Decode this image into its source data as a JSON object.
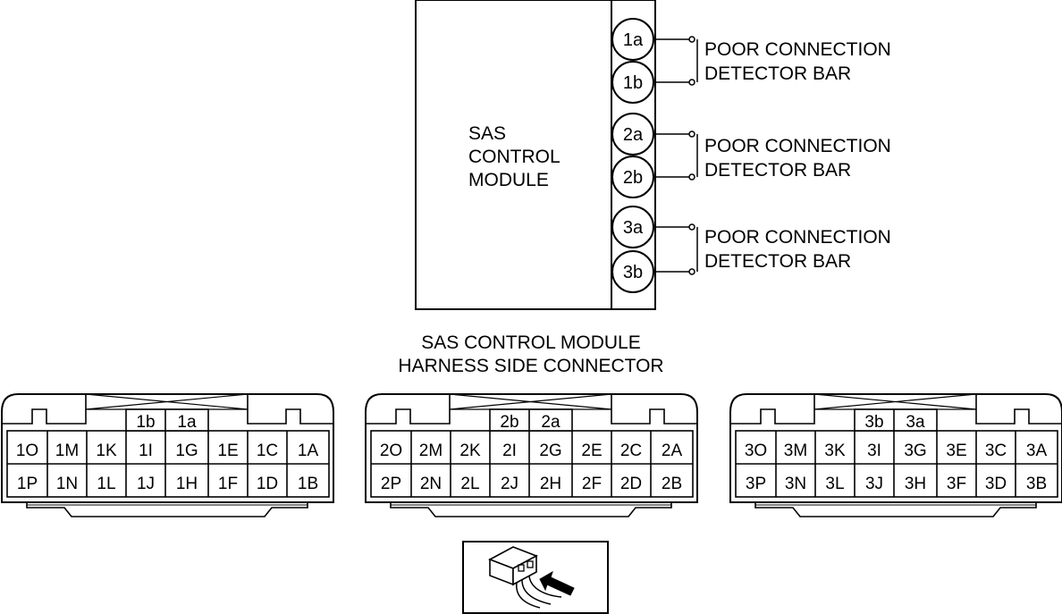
{
  "module": {
    "label_lines": [
      "SAS",
      "CONTROL",
      "MODULE"
    ],
    "terminals": [
      "1a",
      "1b",
      "2a",
      "2b",
      "3a",
      "3b"
    ]
  },
  "detectors": [
    {
      "line1": "POOR CONNECTION",
      "line2": "DETECTOR BAR"
    },
    {
      "line1": "POOR CONNECTION",
      "line2": "DETECTOR BAR"
    },
    {
      "line1": "POOR CONNECTION",
      "line2": "DETECTOR BAR"
    }
  ],
  "connector_title": {
    "line1": "SAS CONTROL MODULE",
    "line2": "HARNESS SIDE CONNECTOR"
  },
  "connectors": [
    {
      "top_pins": [
        "1b",
        "1a"
      ],
      "row1": [
        "1O",
        "1M",
        "1K",
        "1I",
        "1G",
        "1E",
        "1C",
        "1A"
      ],
      "row2": [
        "1P",
        "1N",
        "1L",
        "1J",
        "1H",
        "1F",
        "1D",
        "1B"
      ]
    },
    {
      "top_pins": [
        "2b",
        "2a"
      ],
      "row1": [
        "2O",
        "2M",
        "2K",
        "2I",
        "2G",
        "2E",
        "2C",
        "2A"
      ],
      "row2": [
        "2P",
        "2N",
        "2L",
        "2J",
        "2H",
        "2F",
        "2D",
        "2B"
      ]
    },
    {
      "top_pins": [
        "3b",
        "3a"
      ],
      "row1": [
        "3O",
        "3M",
        "3K",
        "3I",
        "3G",
        "3E",
        "3C",
        "3A"
      ],
      "row2": [
        "3P",
        "3N",
        "3L",
        "3J",
        "3H",
        "3F",
        "3D",
        "3B"
      ]
    }
  ],
  "icons": [
    "harness-side-connector-view-icon"
  ]
}
